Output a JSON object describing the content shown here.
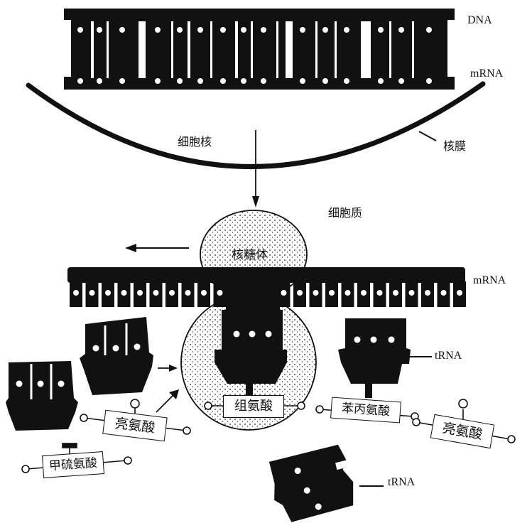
{
  "labels": {
    "dna": "DNA",
    "mrna_top": "mRNA",
    "nuclear_membrane": "核膜",
    "nucleus": "细胞核",
    "cytoplasm": "细胞质",
    "ribosome": "核糖体",
    "mrna_bottom": "mRNA",
    "trna_right": "tRNA",
    "trna_bottom": "tRNA"
  },
  "amino_acids": {
    "histidine": "组氨酸",
    "phenylalanine": "苯丙氨酸",
    "leucine_left": "亮氨酸",
    "leucine_right": "亮氨酸",
    "methionine": "甲硫氨酸"
  },
  "colors": {
    "ink": "#111111",
    "paper": "#ffffff"
  }
}
